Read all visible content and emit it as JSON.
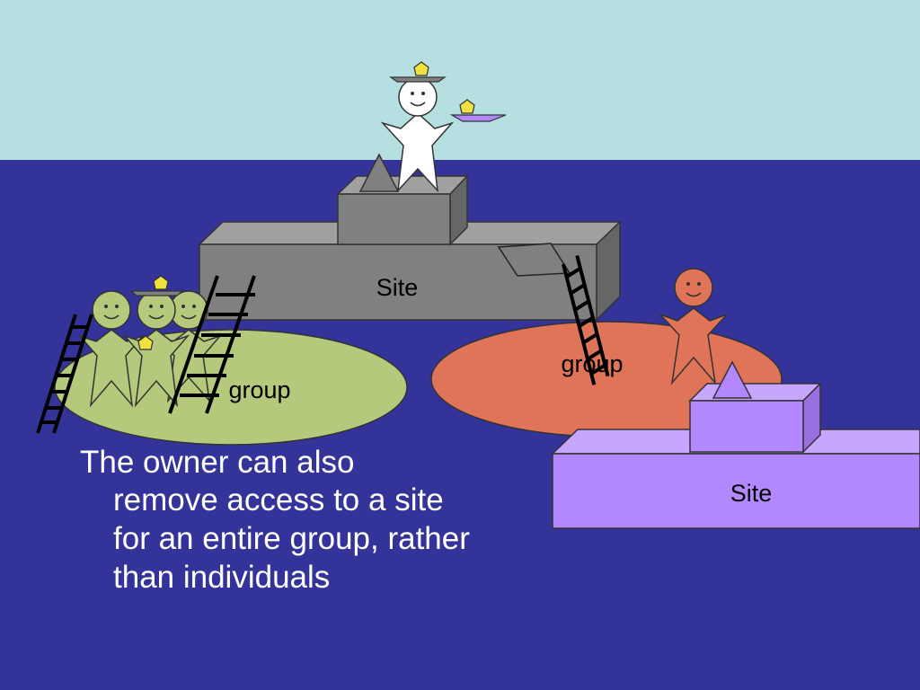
{
  "sites": [
    {
      "label": "Site",
      "color": "#808080"
    },
    {
      "label": "Site",
      "color": "#b388ff"
    }
  ],
  "groups": [
    {
      "label": "group",
      "color": "#b5c97c"
    },
    {
      "label": "group",
      "color": "#e07458"
    }
  ],
  "caption": {
    "lines": [
      "The owner can also",
      "remove access to a site",
      "for an entire group, rather",
      "than individuals"
    ]
  },
  "colors": {
    "sky": "#b5dfe0",
    "sea": "#333399",
    "owner": "#ffffff",
    "crown": "#f0e040",
    "hat": "#808080",
    "tray": "#b388ff",
    "green_member": "#b5c97c",
    "orange_member": "#e07458"
  }
}
